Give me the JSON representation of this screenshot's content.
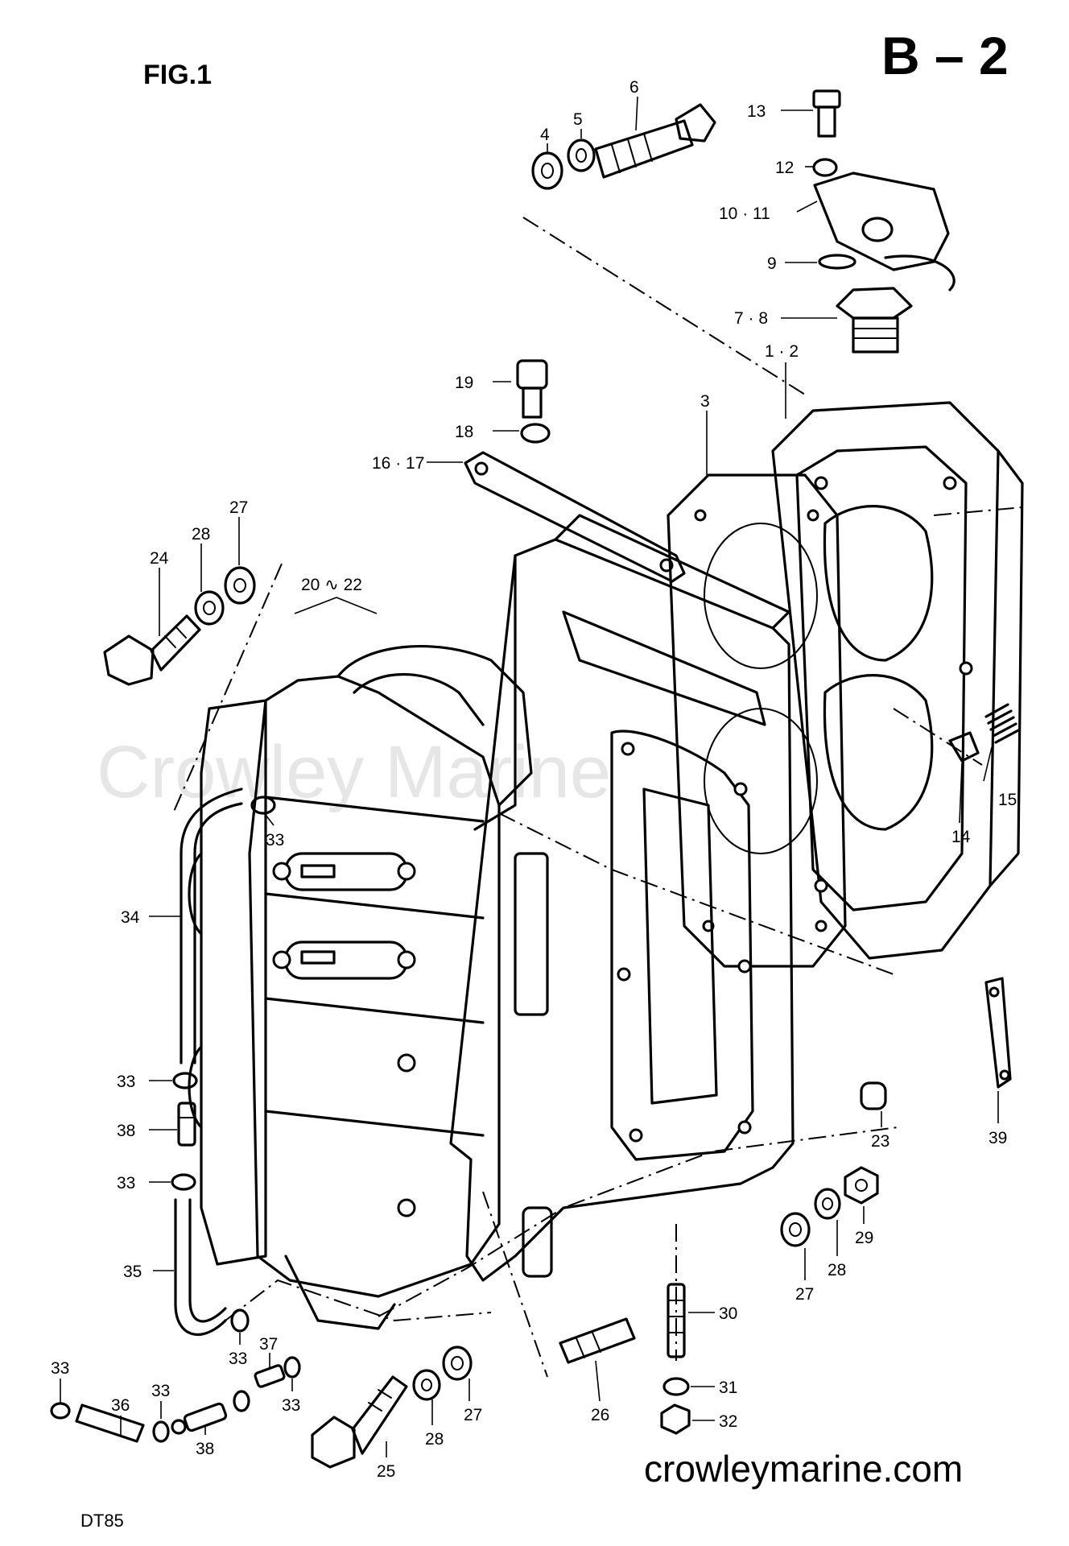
{
  "header": {
    "figure_label": "FIG.1",
    "sheet_code": "B – 2"
  },
  "footer": {
    "model": "DT85",
    "site": "crowleymarine.com"
  },
  "watermark": "Crowley Marine",
  "callouts": [
    {
      "id": "c-4",
      "label": "4"
    },
    {
      "id": "c-5",
      "label": "5"
    },
    {
      "id": "c-6",
      "label": "6"
    },
    {
      "id": "c-13",
      "label": "13"
    },
    {
      "id": "c-12",
      "label": "12"
    },
    {
      "id": "c-10-11",
      "label": "10 · 11"
    },
    {
      "id": "c-9",
      "label": "9"
    },
    {
      "id": "c-7-8",
      "label": "7 · 8"
    },
    {
      "id": "c-1-2",
      "label": "1 · 2"
    },
    {
      "id": "c-3",
      "label": "3"
    },
    {
      "id": "c-19",
      "label": "19"
    },
    {
      "id": "c-18",
      "label": "18"
    },
    {
      "id": "c-16-17",
      "label": "16 · 17"
    },
    {
      "id": "c-24",
      "label": "24"
    },
    {
      "id": "c-28a",
      "label": "28"
    },
    {
      "id": "c-27a",
      "label": "27"
    },
    {
      "id": "c-20-22",
      "label": "20 ∿ 22"
    },
    {
      "id": "c-15",
      "label": "15"
    },
    {
      "id": "c-14",
      "label": "14"
    },
    {
      "id": "c-33a",
      "label": "33"
    },
    {
      "id": "c-34",
      "label": "34"
    },
    {
      "id": "c-33b",
      "label": "33"
    },
    {
      "id": "c-38a",
      "label": "38"
    },
    {
      "id": "c-33c",
      "label": "33"
    },
    {
      "id": "c-35",
      "label": "35"
    },
    {
      "id": "c-23",
      "label": "23"
    },
    {
      "id": "c-39",
      "label": "39"
    },
    {
      "id": "c-29",
      "label": "29"
    },
    {
      "id": "c-28b",
      "label": "28"
    },
    {
      "id": "c-27b",
      "label": "27"
    },
    {
      "id": "c-30",
      "label": "30"
    },
    {
      "id": "c-31",
      "label": "31"
    },
    {
      "id": "c-32",
      "label": "32"
    },
    {
      "id": "c-26",
      "label": "26"
    },
    {
      "id": "c-27c",
      "label": "27"
    },
    {
      "id": "c-28c",
      "label": "28"
    },
    {
      "id": "c-25",
      "label": "25"
    },
    {
      "id": "c-33d",
      "label": "33"
    },
    {
      "id": "c-37",
      "label": "37"
    },
    {
      "id": "c-33e",
      "label": "33"
    },
    {
      "id": "c-33f",
      "label": "33"
    },
    {
      "id": "c-36",
      "label": "36"
    },
    {
      "id": "c-33g",
      "label": "33"
    },
    {
      "id": "c-38b",
      "label": "38"
    }
  ]
}
